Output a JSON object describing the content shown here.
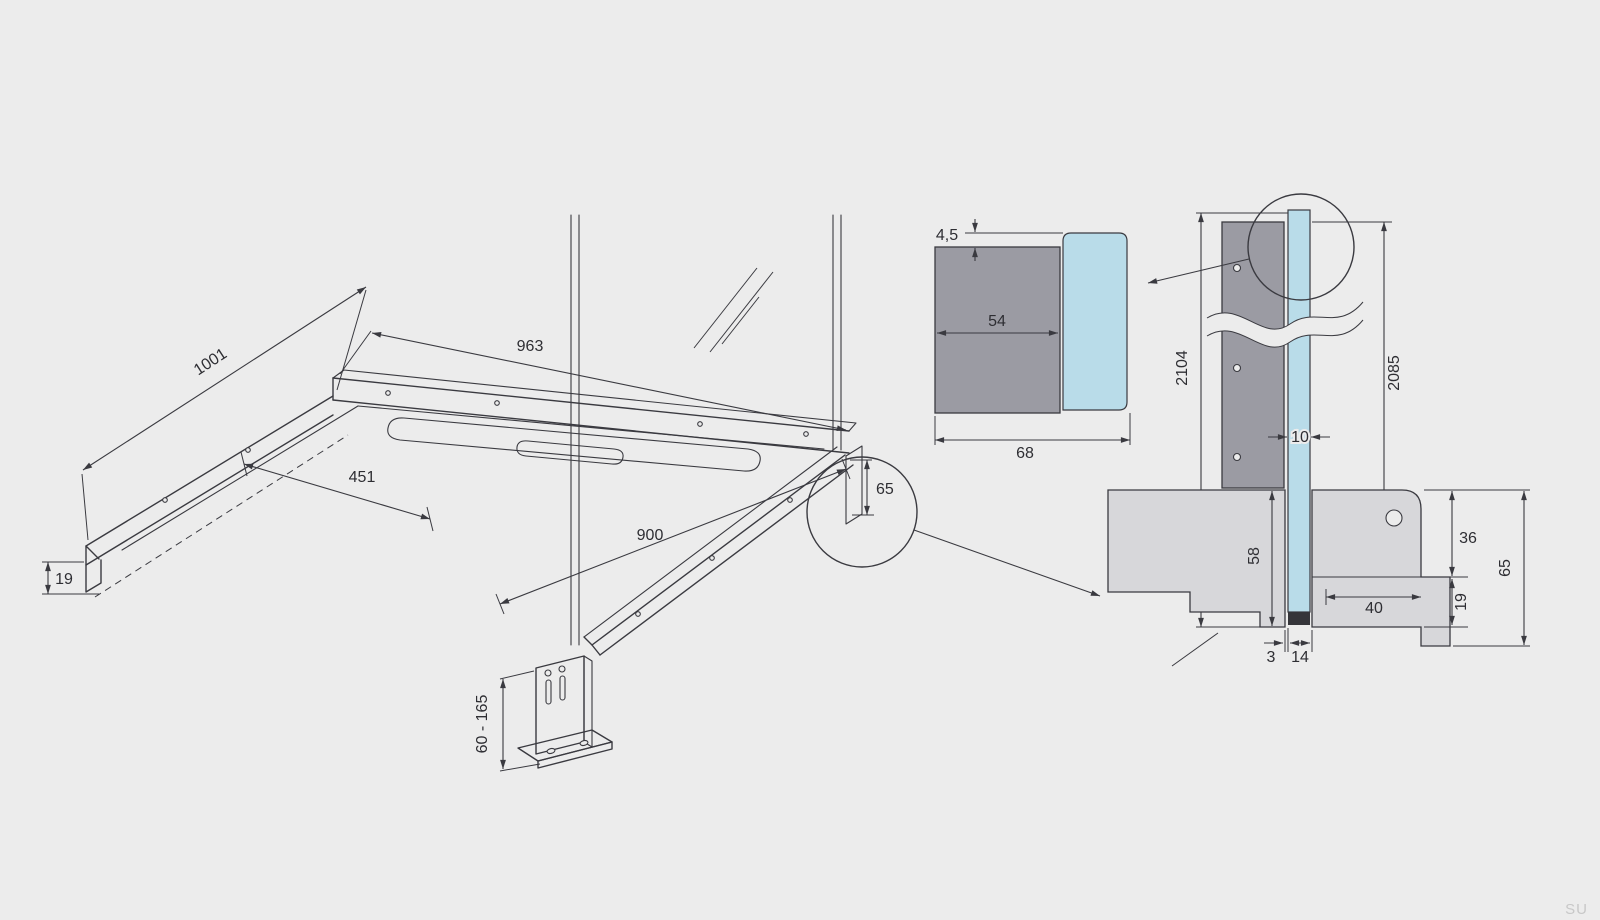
{
  "colors": {
    "background": "#ececec",
    "line": "#3a3a40",
    "glass_blue": "#b9dce9",
    "panel_gray": "#9b9ba3",
    "body_gray": "#d7d7da"
  },
  "isometric_view": {
    "dimensions": {
      "depth": "1001",
      "back_width": "963",
      "slot_offset": "451",
      "front_width": "900",
      "lip_height": "19",
      "profile_height": "65",
      "foot_adjust_range": "60 - 165"
    }
  },
  "profile_section": {
    "dimensions": {
      "top_offset": "4,5",
      "profile_width": "54",
      "total_width": "68"
    }
  },
  "elevation": {
    "dimensions": {
      "total_height": "2104",
      "glass_height": "2085",
      "glass_thickness": "10"
    }
  },
  "base_section": {
    "dimensions": {
      "profile_depth": "58",
      "upper_height": "36",
      "lower_height": "19",
      "total_height": "65",
      "edge_distance": "40",
      "gap": "3",
      "channel_width": "14"
    }
  },
  "watermark": "SU"
}
